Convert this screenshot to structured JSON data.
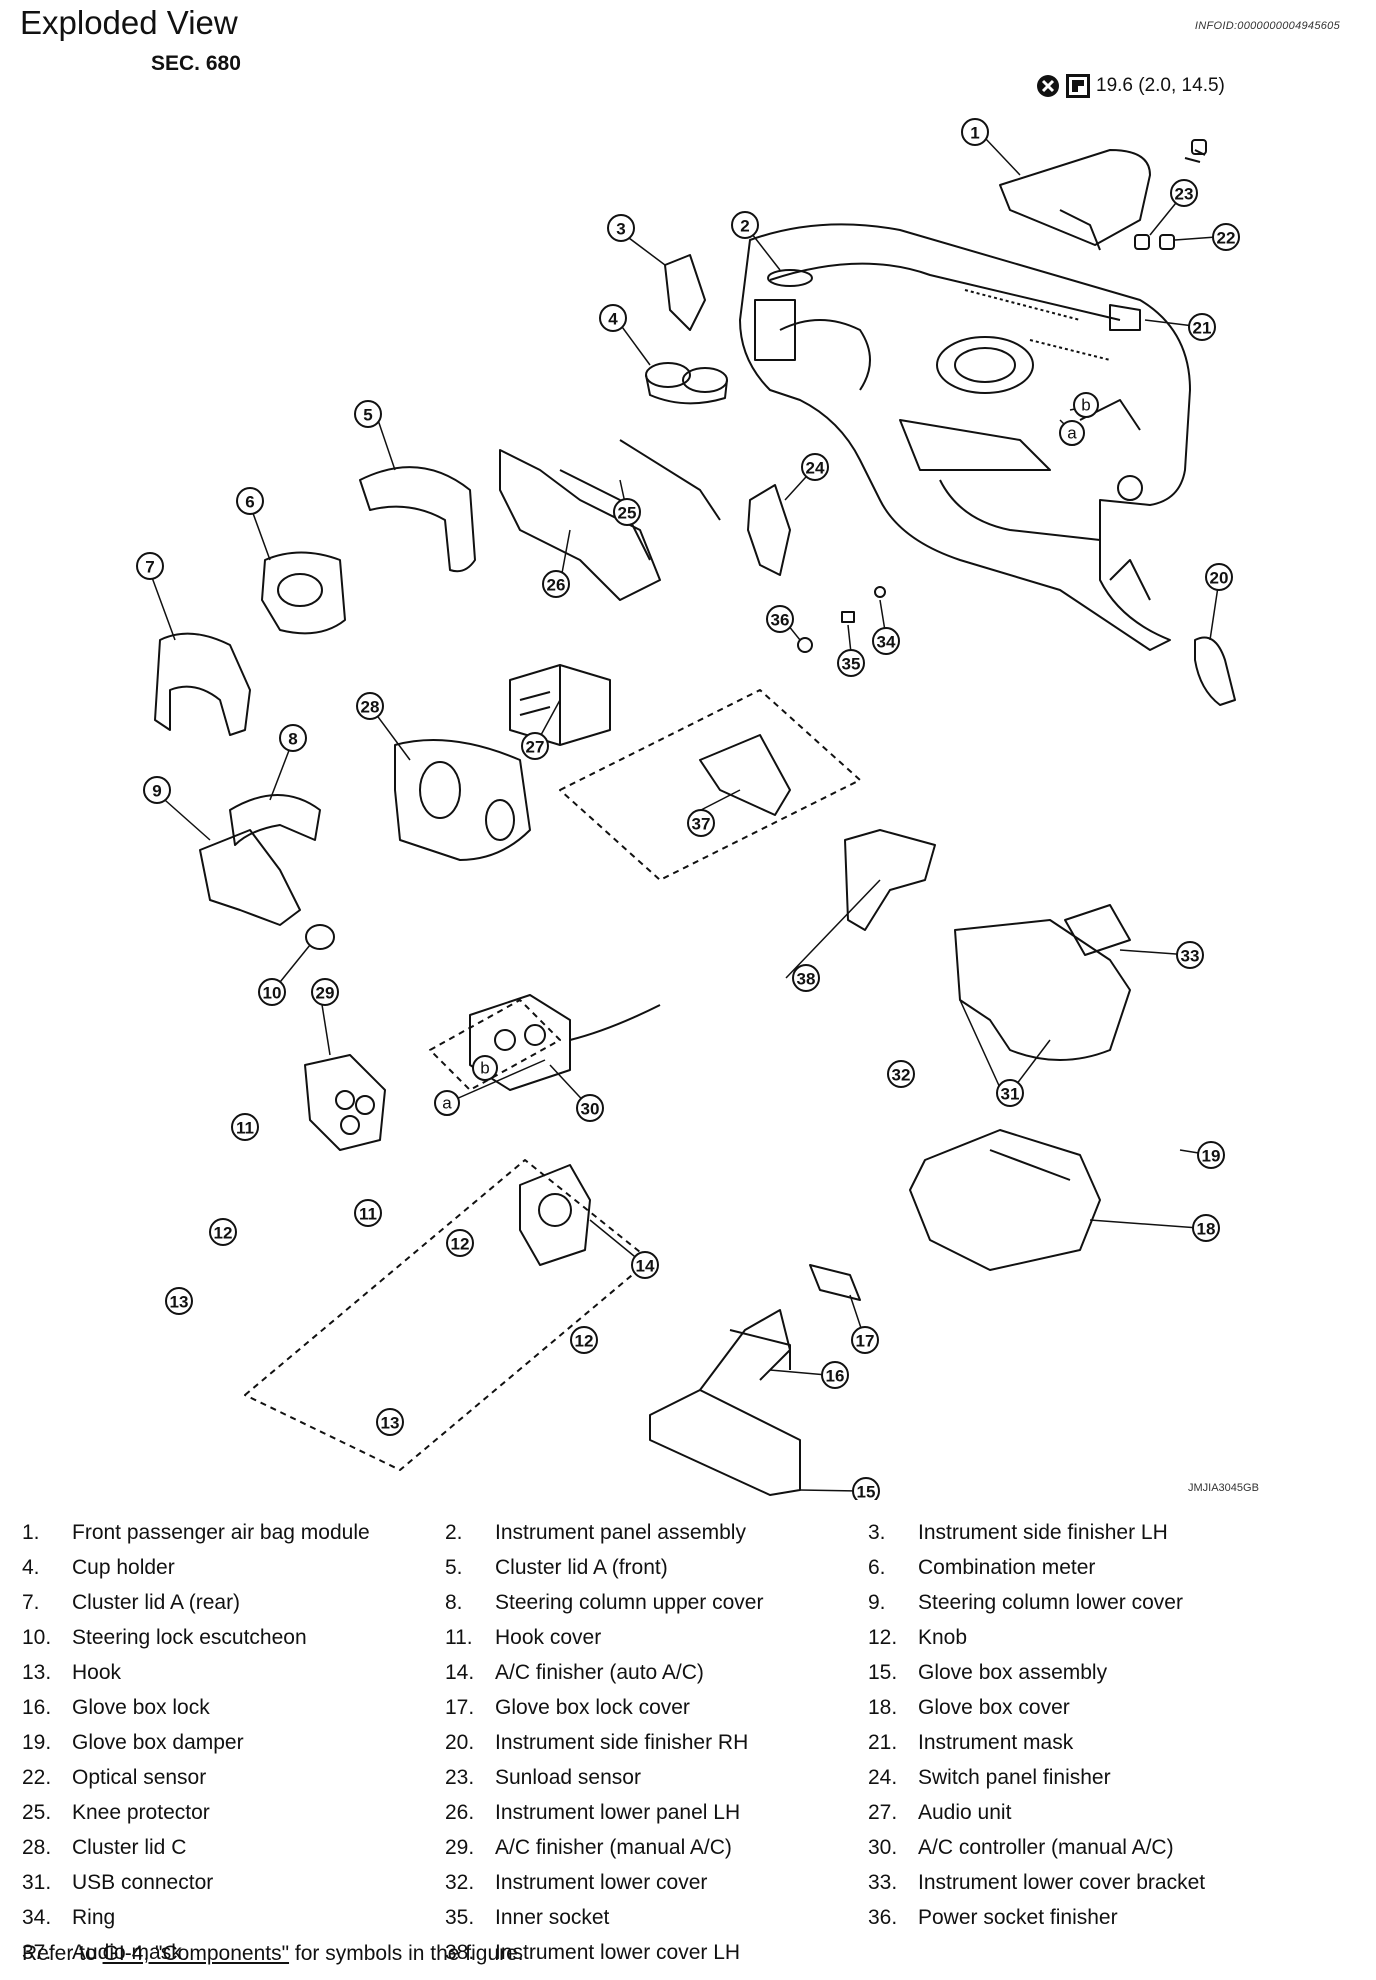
{
  "header": {
    "title": "Exploded View",
    "section": "SEC. 680",
    "info_id": "INFOID:0000000004945605"
  },
  "torque": {
    "value": "19.6 (2.0, 14.5)",
    "icons": [
      "torque-wrench-icon",
      "tightening-torque-icon"
    ]
  },
  "figure_code": "JMJIA3045GB",
  "callouts": [
    "1",
    "2",
    "3",
    "4",
    "5",
    "6",
    "7",
    "8",
    "9",
    "10",
    "11",
    "12",
    "13",
    "14",
    "15",
    "16",
    "17",
    "18",
    "19",
    "20",
    "21",
    "22",
    "23",
    "24",
    "25",
    "26",
    "27",
    "28",
    "29",
    "30",
    "31",
    "32",
    "33",
    "34",
    "35",
    "36",
    "37",
    "38",
    "a",
    "b"
  ],
  "parts": [
    {
      "num": "1.",
      "name": "Front passenger air bag module"
    },
    {
      "num": "2.",
      "name": "Instrument panel assembly"
    },
    {
      "num": "3.",
      "name": "Instrument side finisher LH"
    },
    {
      "num": "4.",
      "name": "Cup holder"
    },
    {
      "num": "5.",
      "name": "Cluster lid A (front)"
    },
    {
      "num": "6.",
      "name": "Combination meter"
    },
    {
      "num": "7.",
      "name": "Cluster lid A (rear)"
    },
    {
      "num": "8.",
      "name": "Steering column upper cover"
    },
    {
      "num": "9.",
      "name": "Steering column lower cover"
    },
    {
      "num": "10.",
      "name": "Steering lock escutcheon"
    },
    {
      "num": "11.",
      "name": "Hook cover"
    },
    {
      "num": "12.",
      "name": "Knob"
    },
    {
      "num": "13.",
      "name": "Hook"
    },
    {
      "num": "14.",
      "name": "A/C finisher (auto A/C)"
    },
    {
      "num": "15.",
      "name": "Glove box assembly"
    },
    {
      "num": "16.",
      "name": "Glove box lock"
    },
    {
      "num": "17.",
      "name": "Glove box lock cover"
    },
    {
      "num": "18.",
      "name": "Glove box cover"
    },
    {
      "num": "19.",
      "name": "Glove box damper"
    },
    {
      "num": "20.",
      "name": "Instrument side finisher RH"
    },
    {
      "num": "21.",
      "name": "Instrument mask"
    },
    {
      "num": "22.",
      "name": "Optical sensor"
    },
    {
      "num": "23.",
      "name": "Sunload sensor"
    },
    {
      "num": "24.",
      "name": "Switch panel finisher"
    },
    {
      "num": "25.",
      "name": "Knee protector"
    },
    {
      "num": "26.",
      "name": "Instrument lower panel LH"
    },
    {
      "num": "27.",
      "name": "Audio unit"
    },
    {
      "num": "28.",
      "name": "Cluster lid C"
    },
    {
      "num": "29.",
      "name": "A/C finisher (manual A/C)"
    },
    {
      "num": "30.",
      "name": "A/C controller (manual A/C)"
    },
    {
      "num": "31.",
      "name": "USB connector"
    },
    {
      "num": "32.",
      "name": "Instrument lower cover"
    },
    {
      "num": "33.",
      "name": "Instrument lower cover bracket"
    },
    {
      "num": "34.",
      "name": "Ring"
    },
    {
      "num": "35.",
      "name": "Inner socket"
    },
    {
      "num": "36.",
      "name": "Power socket finisher"
    },
    {
      "num": "37.",
      "name": "Audio mask"
    },
    {
      "num": "38.",
      "name": "Instrument lower cover LH"
    }
  ],
  "footer": {
    "prefix": "Refer to ",
    "link_text": "GI-4, \"Components\"",
    "suffix": " for symbols in the figure."
  }
}
